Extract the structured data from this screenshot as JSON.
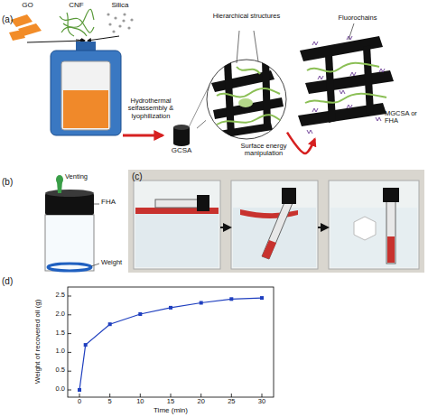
{
  "diagram": {
    "nodes": [
      {
        "text": [
          "GO"
        ]
      },
      {
        "text": [
          "CNF"
        ]
      },
      {
        "text": [
          "Silica"
        ]
      },
      {
        "text": [
          "GCSA"
        ]
      },
      {
        "text": [
          "Hierarchical structures"
        ]
      },
      {
        "text": [
          "Fluorochains",
          "MGCSA or FHA"
        ]
      },
      {
        "text": [
          "FHA"
        ]
      }
    ],
    "edges": [
      {
        "from": 3,
        "to": 4,
        "arrow": "none"
      },
      {
        "from": 4,
        "to": 5,
        "label": "Surface energy manipulation",
        "arrow": "to"
      }
    ],
    "labels": [
      "(a)",
      "Hydrothermal selfassembly & lyophilization",
      "(b)",
      "Venting",
      "Weight",
      "(c)",
      "(d)",
      "Weight of recovered oil (g)",
      "Time (min)",
      "0.0",
      "0.5",
      "1.0",
      "1.5",
      "2.0",
      "2.5",
      "0",
      "5",
      "10",
      "15",
      "20",
      "25",
      "30"
    ]
  }
}
